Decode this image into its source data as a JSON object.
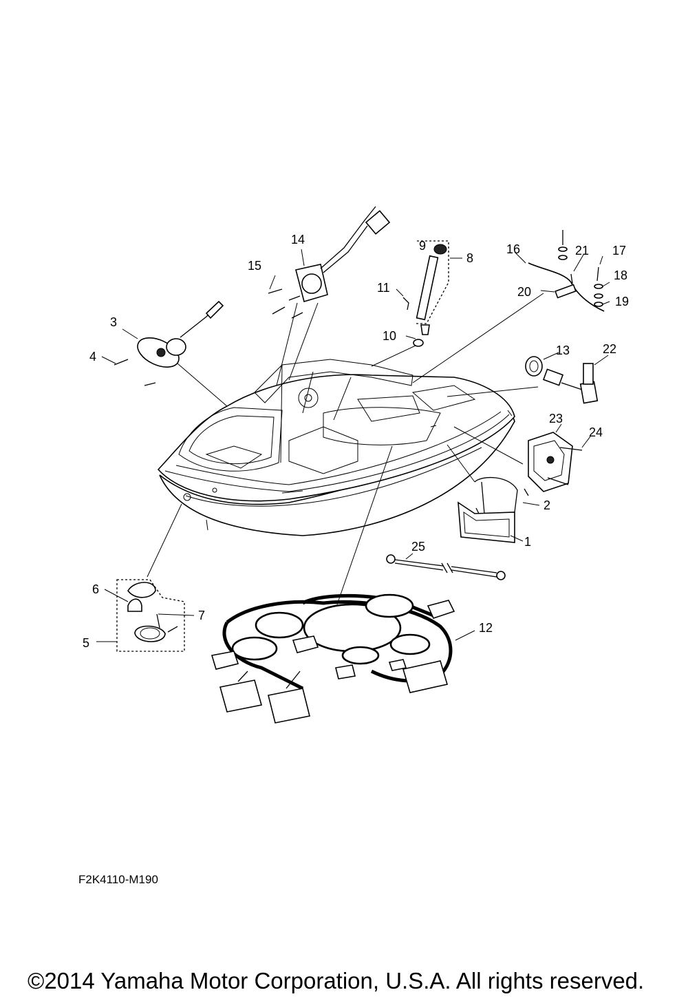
{
  "diagram": {
    "callouts": [
      "1",
      "2",
      "3",
      "4",
      "5",
      "6",
      "7",
      "8",
      "9",
      "10",
      "11",
      "12",
      "13",
      "14",
      "15",
      "16",
      "17",
      "18",
      "19",
      "20",
      "21",
      "22",
      "23",
      "24",
      "25"
    ],
    "reference_code": "F2K4110-M190",
    "copyright": "©2014 Yamaha Motor Corporation, U.S.A. All rights reserved."
  }
}
